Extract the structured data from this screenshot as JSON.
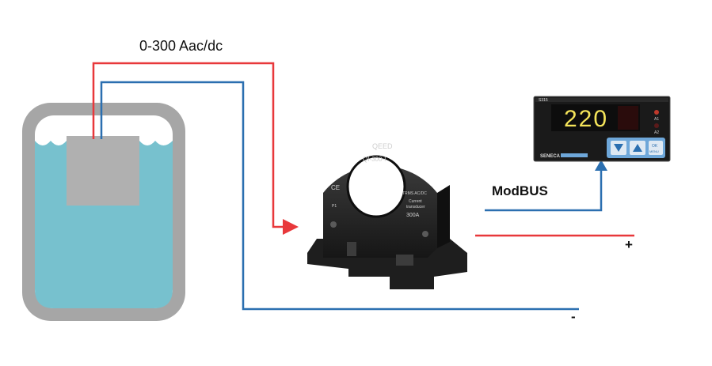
{
  "labels": {
    "range": "0-300 Aac/dc",
    "modbus": "ModBUS",
    "plus": "+",
    "minus": "-"
  },
  "sensor": {
    "brand": "QEED",
    "model": "QI-300-I",
    "ce_mark": "CE",
    "type_text": "TRMS AC/DC",
    "desc_line1": "Current",
    "desc_line2": "transducer",
    "rating": "300A",
    "p1": "P1"
  },
  "display": {
    "model": "S315",
    "value": "220",
    "led1": "A1",
    "led2": "A2",
    "brand": "SENECA",
    "ok_line1": "OK",
    "ok_line2": "MENU"
  },
  "colors": {
    "positive_wire": "#e8383b",
    "modbus_wire": "#2b6fb0",
    "tank_frame": "#a6a6a6",
    "tank_water": "#77c1ce",
    "probe": "#b0b0b0",
    "digit_color": "#f4e45a",
    "button_blue": "#6ea7d9"
  }
}
